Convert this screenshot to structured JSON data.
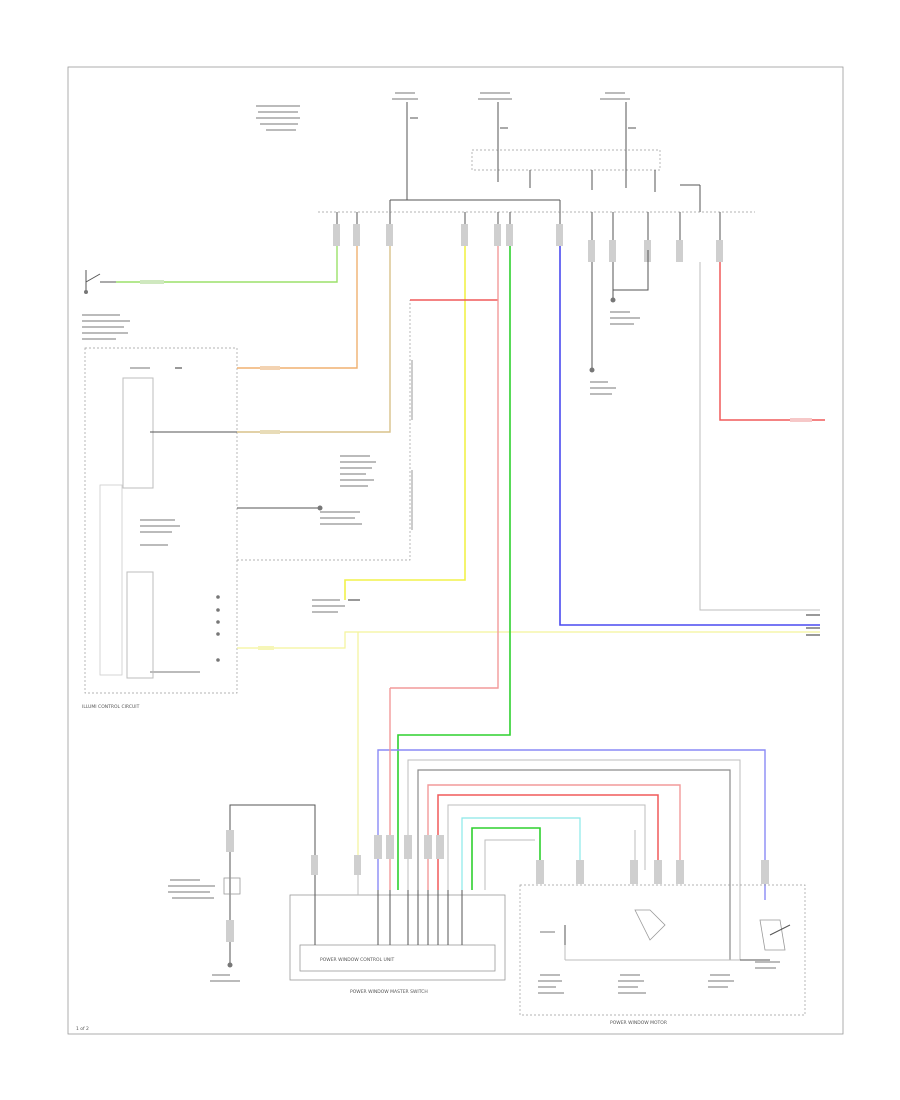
{
  "labels": {
    "left_module": "ILLUMI CONTROL CIRCUIT",
    "bottom_left_unit": "POWER WINDOW MASTER SWITCH",
    "bottom_left_unit_inner": "POWER WINDOW CONTROL UNIT",
    "bottom_right_unit": "POWER WINDOW MOTOR",
    "footer_code": "1 of 2"
  }
}
